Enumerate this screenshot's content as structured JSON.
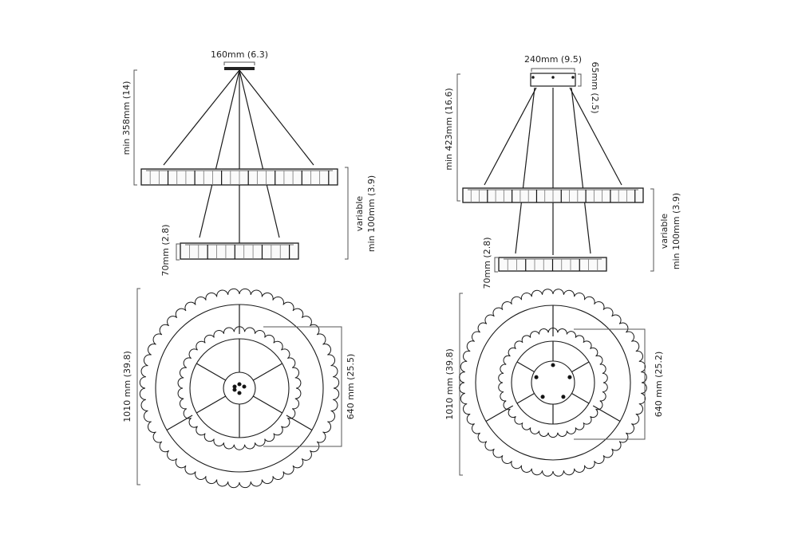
{
  "left_drawing": {
    "canopy_width": "160mm (6.3)",
    "min_height": "min 358mm (14)",
    "gap_line1": "variable",
    "gap_line2": "min 100mm (3.9)",
    "ring_height": "70mm (2.8)",
    "outer_diameter": "1010 mm (39.8)",
    "inner_diameter": "640 mm (25.5)"
  },
  "right_drawing": {
    "canopy_width": "240mm (9.5)",
    "canopy_height": "65mm (2.5)",
    "min_height": "min 423mm (16.6)",
    "gap_line1": "variable",
    "gap_line2": "min 100mm (3.9)",
    "ring_height": "70mm (2.8)",
    "outer_diameter": "1010 mm (39.8)",
    "inner_diameter": "640 mm (25.2)"
  },
  "colors": {
    "line": "#1a1a1a",
    "dimension": "#555555"
  }
}
